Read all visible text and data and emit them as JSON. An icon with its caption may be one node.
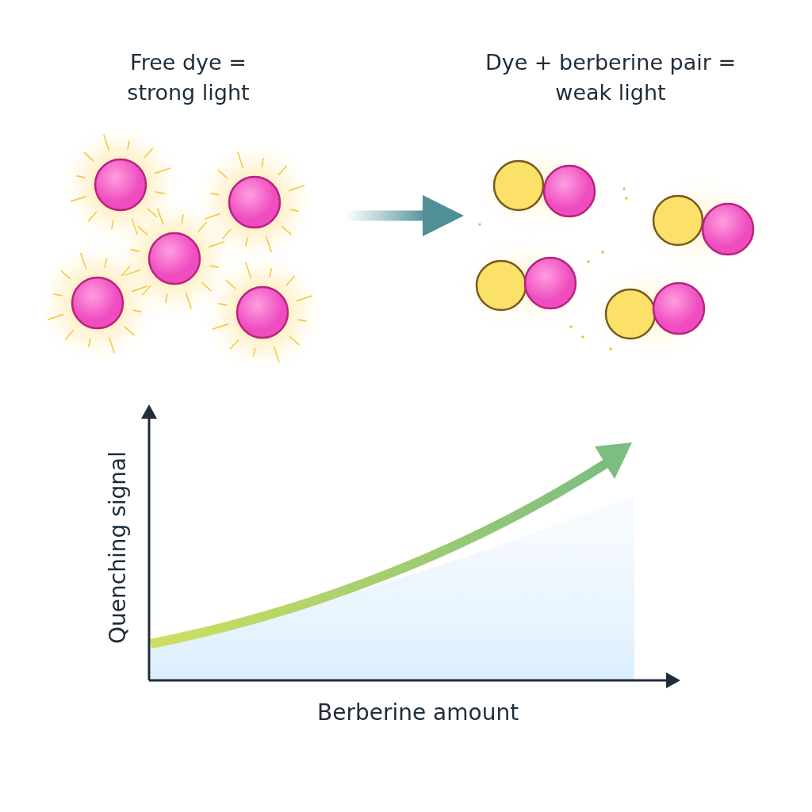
{
  "diagram": {
    "nodes": [
      {
        "text": [
          "Free dye = strong light"
        ]
      },
      {
        "text": [
          "Dye + berberine pair = weak light"
        ]
      }
    ],
    "edges": [
      {
        "from": 0,
        "to": 1,
        "arrow": "to"
      }
    ],
    "labels": [
      "Quenching signal",
      "Berberine amount"
    ]
  }
}
